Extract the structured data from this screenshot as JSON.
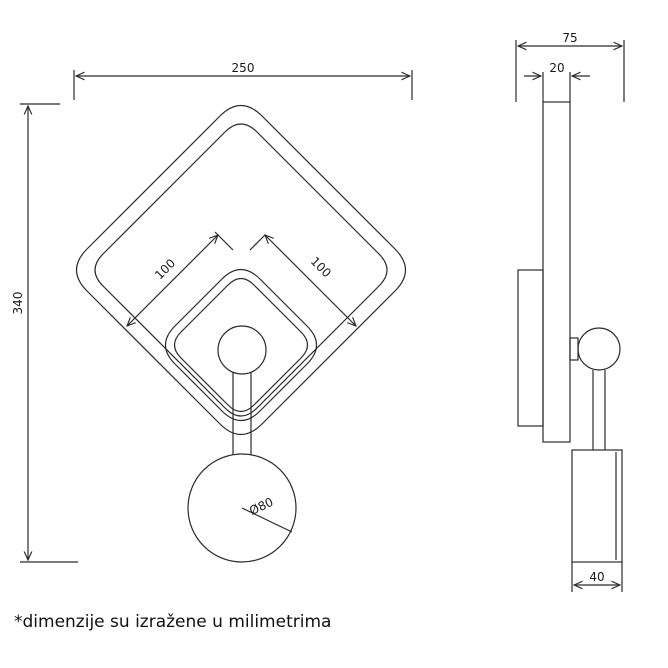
{
  "dimensions": {
    "width_front": "250",
    "height_total": "340",
    "inner_left": "100",
    "inner_right": "100",
    "ball_diameter": "Ø80",
    "depth_total": "75",
    "plate_depth": "20",
    "lower_depth": "40"
  },
  "note": "*dimenzije su izražene u milimetrima",
  "colors": {
    "line": "#2a2a2a",
    "background": "#ffffff"
  }
}
